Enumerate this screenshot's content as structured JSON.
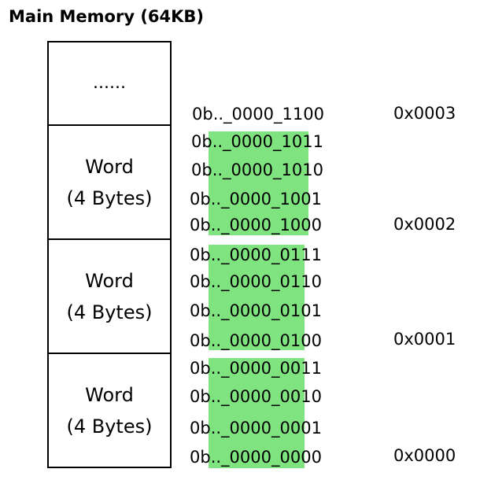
{
  "title": "Main Memory (64KB)",
  "memory_cells": [
    {
      "label": "......"
    },
    {
      "line1": "Word",
      "line2": "(4 Bytes)"
    },
    {
      "line1": "Word",
      "line2": "(4 Bytes)"
    },
    {
      "line1": "Word",
      "line2": "(4 Bytes)"
    }
  ],
  "byte_addresses": [
    "0b.._0000_1100",
    "0b.._0000_1011",
    "0b.._0000_1010",
    "0b.._0000_1001",
    "0b.._0000_1000",
    "0b.._0000_0111",
    "0b.._0000_0110",
    "0b.._0000_0101",
    "0b.._0000_0100",
    "0b.._0000_0011",
    "0b.._0000_0010",
    "0b.._0000_0001",
    "0b.._0000_0000"
  ],
  "word_addresses": [
    "0x0003",
    "0x0002",
    "0x0001",
    "0x0000"
  ],
  "colors": {
    "highlight": "#7fe47f",
    "border": "#000000"
  }
}
